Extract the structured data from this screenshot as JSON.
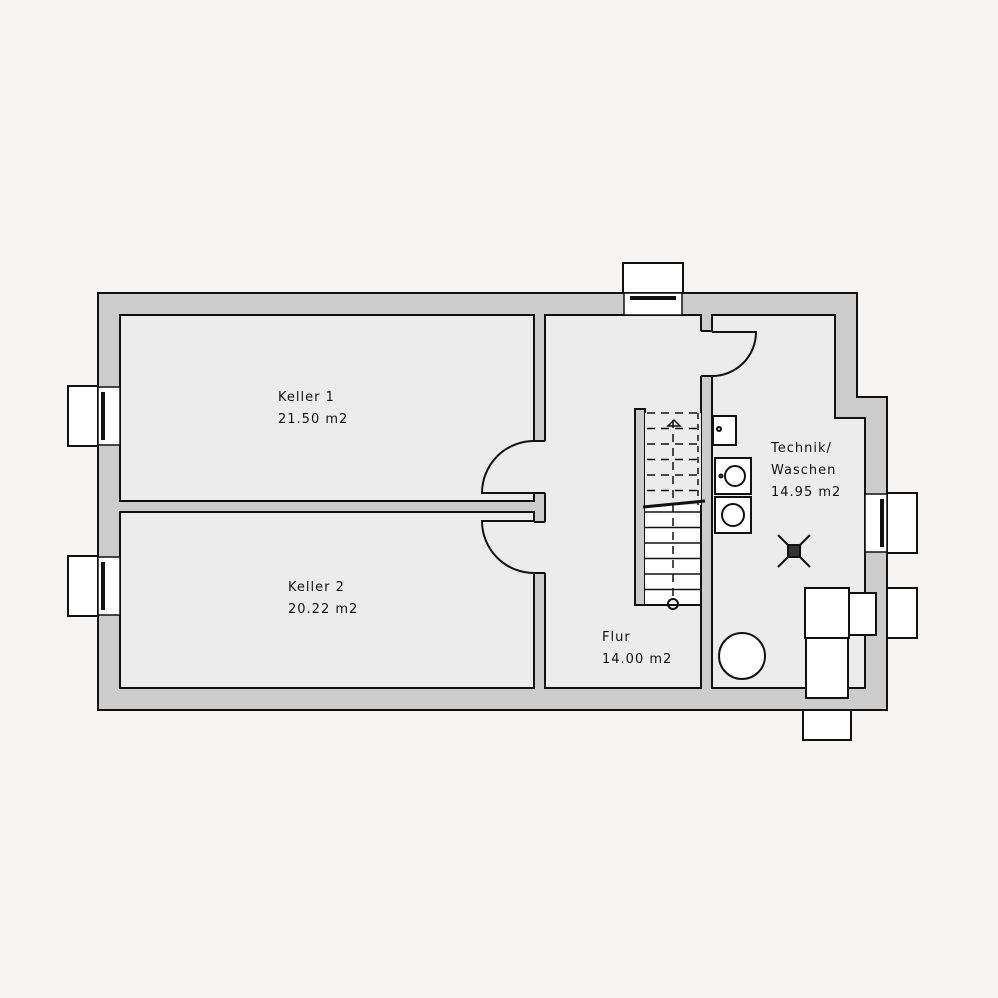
{
  "rooms": [
    {
      "name": "Keller 1",
      "area": "21.50 m2"
    },
    {
      "name": "Keller 2",
      "area": "20.22 m2"
    },
    {
      "name": "Flur",
      "area": "14.00 m2"
    },
    {
      "name_line1": "Technik/",
      "name_line2": "Waschen",
      "area": "14.95 m2"
    }
  ],
  "colors": {
    "wall": "#cccccc",
    "room": "#ececec",
    "background": "#f6f5f3"
  }
}
